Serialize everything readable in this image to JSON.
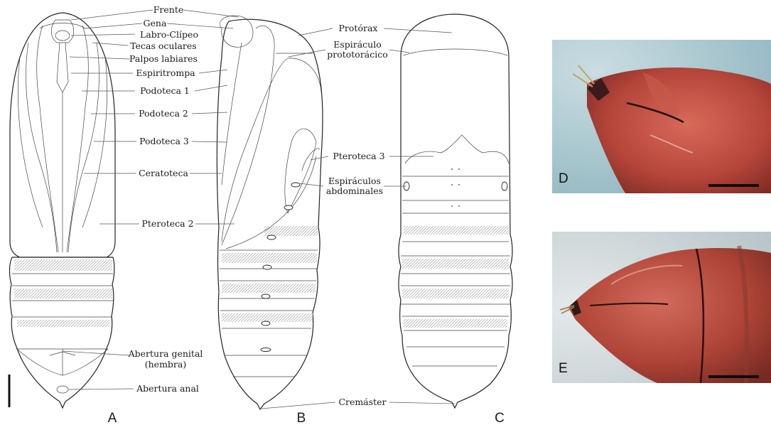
{
  "labels": {
    "frente": "Frente",
    "gena": "Gena",
    "labro_clipeo": "Labro-Clípeo",
    "tecas_oculares": "Tecas oculares",
    "palpos_labiares": "Palpos labiares",
    "espiritrompa": "Espiritrompa",
    "podoteca_1": "Podoteca 1",
    "podoteca_2": "Podoteca 2",
    "podoteca_3": "Podoteca 3",
    "ceratoteca": "Ceratoteca",
    "pteroteca_2": "Pteroteca 2",
    "abertura_genital_1": "Abertura genital",
    "abertura_genital_2": "(hembra)",
    "abertura_anal": "Abertura anal",
    "protorax": "Protórax",
    "espiraculo_1": "Espiráculo",
    "espiraculo_2": "prototorácico",
    "pteroteca_3": "Pteroteca 3",
    "espiraculos_1": "Espiráculos",
    "espiraculos_2": "abdominales",
    "cremaster": "Cremáster"
  },
  "panels": {
    "a": "A",
    "b": "B",
    "c": "C",
    "d": "D",
    "e": "E"
  },
  "colors": {
    "line": "#222222",
    "photo_background": "#a9c4cc",
    "pupa_reddish": "#b5453a"
  }
}
